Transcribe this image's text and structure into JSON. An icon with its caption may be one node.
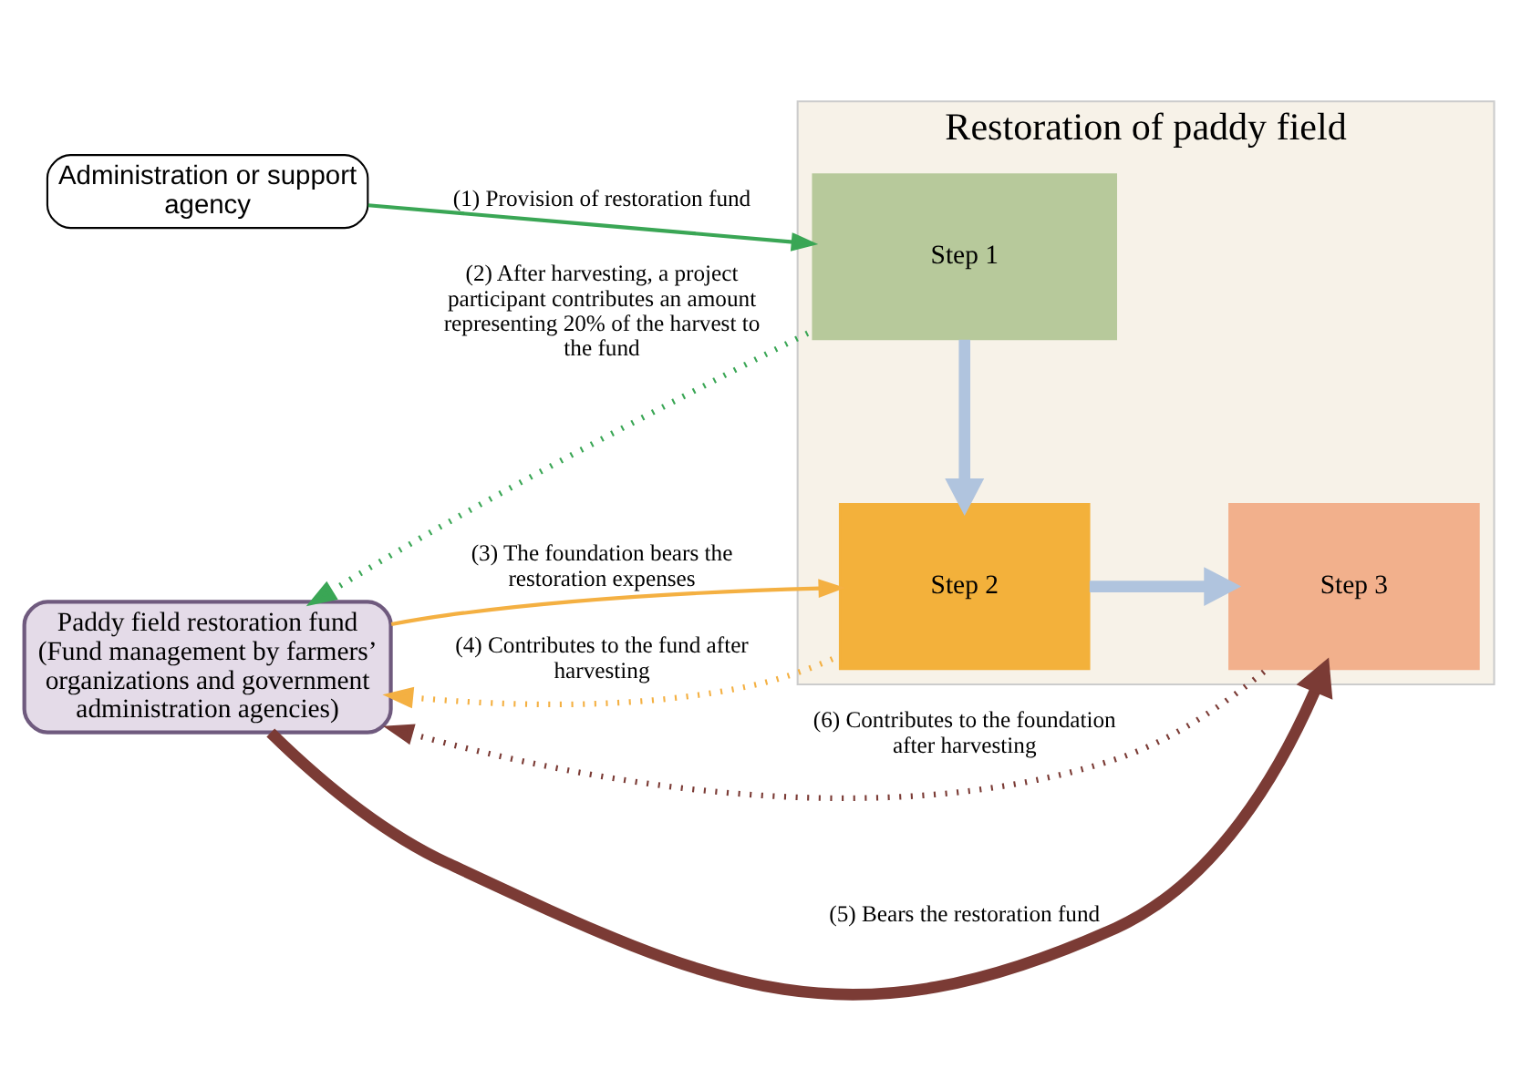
{
  "diagram": {
    "nodes": [
      {
        "text": [
          "Administration or support agency"
        ]
      },
      {
        "text": [
          "Paddy field restoration fund",
          "(Fund management by farmers’ organizations and government administration agencies)"
        ]
      },
      {
        "text": [
          "Restoration of paddy field"
        ]
      },
      {
        "text": [
          "Step 1"
        ],
        "in": 2
      },
      {
        "text": [
          "Step 2"
        ],
        "in": 2
      },
      {
        "text": [
          "Step 3"
        ],
        "in": 2
      }
    ],
    "edges": [
      {
        "from": 0,
        "to": 3,
        "arrow": "to",
        "label": "(1) Provision of restoration fund",
        "color": "#3aa655"
      },
      {
        "from": 3,
        "to": 1,
        "arrow": "to",
        "label": "(2) After harvesting, a project participant contributes an amount representing 20% of the harvest to the fund",
        "style": "dashed",
        "color": "#3aa655"
      },
      {
        "from": 1,
        "to": 4,
        "arrow": "to",
        "label": "(3) The foundation bears the restoration expenses",
        "color": "#f4b042"
      },
      {
        "from": 4,
        "to": 1,
        "arrow": "to",
        "label": "(4) Contributes to the fund after harvesting",
        "style": "dashed",
        "color": "#f4b042"
      },
      {
        "from": 3,
        "to": 4,
        "arrow": "to",
        "style": "thick",
        "color": "#b0c4de"
      },
      {
        "from": 4,
        "to": 5,
        "arrow": "to",
        "style": "thick",
        "color": "#b0c4de"
      },
      {
        "from": 1,
        "to": 5,
        "arrow": "to",
        "label": "(5) Bears the restoration fund",
        "style": "thick",
        "color": "#7b3b35"
      },
      {
        "from": 5,
        "to": 1,
        "arrow": "to",
        "label": "(6) Contributes to the foundation after harvesting",
        "style": "dashed",
        "color": "#7b3b35"
      }
    ]
  }
}
